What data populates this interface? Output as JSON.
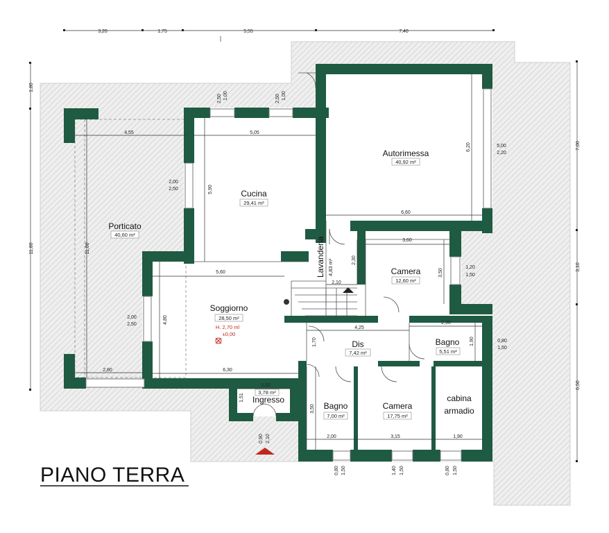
{
  "title": "PIANO TERRA",
  "colors": {
    "wall": "#1f5a43",
    "marker": "#c0281e",
    "paving": "#e9e9e9"
  },
  "rooms": {
    "porticato": {
      "name": "Porticato",
      "area": "40,60 m²"
    },
    "cucina": {
      "name": "Cucina",
      "area": "29,41 m²"
    },
    "autorimessa": {
      "name": "Autorimessa",
      "area": "40,92 m²"
    },
    "lavanderia": {
      "name": "Lavanderia",
      "area": "4,83 m²"
    },
    "camera1": {
      "name": "Camera",
      "area": "12,60 m²"
    },
    "soggiorno": {
      "name": "Soggiorno",
      "area": "28,50 m²",
      "height": "H. 2,70 ml",
      "level": "±0,00"
    },
    "dis": {
      "name": "Dis",
      "area": "7,42 m²"
    },
    "bagno1": {
      "name": "Bagno",
      "area": "5,51 m²"
    },
    "ingresso": {
      "name": "Ingresso",
      "area": "3,78 m²"
    },
    "bagno2": {
      "name": "Bagno",
      "area": "7,00 m²"
    },
    "camera2": {
      "name": "Camera",
      "area": "17,75 m²"
    },
    "cabina": {
      "name": "cabina",
      "name2": "armadio"
    }
  },
  "dims": {
    "top": [
      "3,20",
      "1,75",
      "5,55",
      "7,40"
    ],
    "left": [
      "1,80",
      "11,80"
    ],
    "right": [
      "7,00",
      "3,10",
      "6,50"
    ],
    "porticato_w": "4,55",
    "porticato_h": "11,00",
    "porticato_b": "2,80",
    "cucina_w": "5,05",
    "cucina_h": "5,90",
    "cucina_win1": [
      "1,00",
      "2,50"
    ],
    "cucina_win2": [
      "1,00",
      "2,50"
    ],
    "cucina_side": [
      "2,00",
      "2,50"
    ],
    "auto_w": "6,60",
    "auto_h": "6,20",
    "auto_side": [
      "5,00",
      "2,20"
    ],
    "lav_h": "2,30",
    "lav_w": "2,10",
    "cam1_w": "3,60",
    "cam1_h": "3,50",
    "cam1_side": [
      "1,20",
      "1,50"
    ],
    "sogg_w": "5,60",
    "sogg_h": "4,80",
    "sogg_b": "6,30",
    "sogg_side": [
      "2,00",
      "2,50"
    ],
    "dis_w": "4,25",
    "dis_h": "1,70",
    "bagno1_w": "2,90",
    "bagno1_h": "1,90",
    "bagno1_side": [
      "0,80",
      "1,50"
    ],
    "ingr_w": "2,50",
    "ingr_h": "1,51",
    "ingr_door": [
      "0,90",
      "2,10"
    ],
    "bagno2_h": "3,50",
    "bagno2_w": "2,00",
    "cam2_w": "3,15",
    "cabina_w": "1,90",
    "bottom_win": [
      "0,80",
      "1,50",
      "1,40",
      "1,50",
      "0,80",
      "1,50"
    ]
  }
}
